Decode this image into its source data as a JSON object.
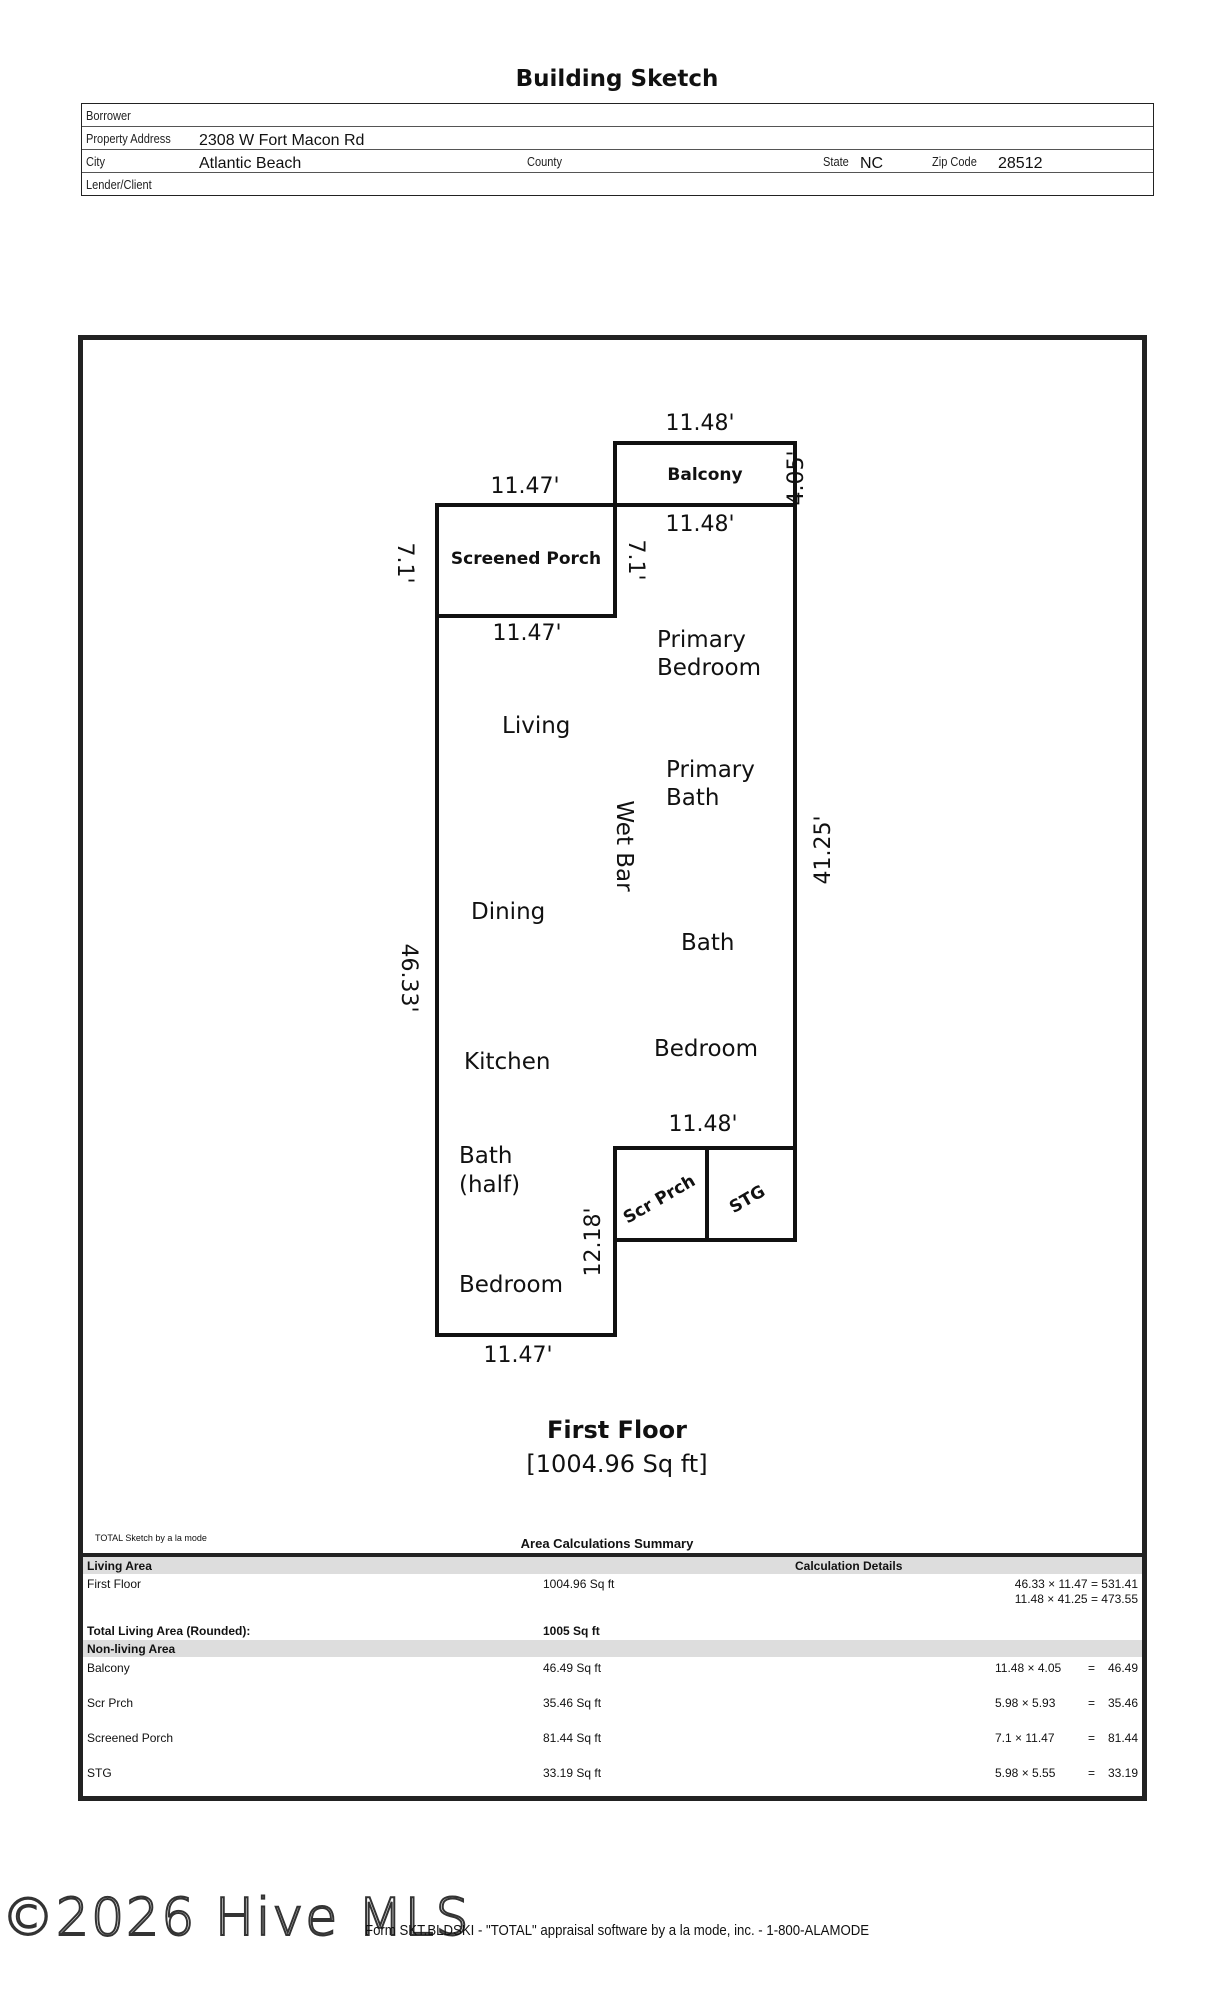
{
  "title": "Building Sketch",
  "header": {
    "borrower_label": "Borrower",
    "property_address_label": "Property Address",
    "property_address": "2308 W Fort Macon Rd",
    "city_label": "City",
    "city": "Atlantic Beach",
    "county_label": "County",
    "state_label": "State",
    "state": "NC",
    "zip_label": "Zip Code",
    "zip": "28512",
    "lender_label": "Lender/Client"
  },
  "sketch": {
    "dims": {
      "balcony_top": "11.48'",
      "balcony_side": "4.05'",
      "porch_top": "11.47'",
      "balcony_bottom": "11.48'",
      "porch_left": "7.1'",
      "porch_right": "7.1'",
      "porch_bottom": "11.47'",
      "right_side": "41.25'",
      "left_side": "46.33'",
      "stg_top": "11.48'",
      "notch_side": "12.18'",
      "bottom": "11.47'"
    },
    "rooms": {
      "balcony": "Balcony",
      "screened_porch": "Screened Porch",
      "primary_bedroom_1": "Primary",
      "primary_bedroom_2": "Bedroom",
      "living": "Living",
      "primary_bath_1": "Primary",
      "primary_bath_2": "Bath",
      "wet_bar": "Wet Bar",
      "dining": "Dining",
      "bath": "Bath",
      "kitchen": "Kitchen",
      "bedroom_right": "Bedroom",
      "half_bath_1": "Bath",
      "half_bath_2": "(half)",
      "scr_prch": "Scr Prch",
      "stg": "STG",
      "bedroom_bottom": "Bedroom"
    },
    "floor_name": "First Floor",
    "floor_area": "[1004.96 Sq ft]"
  },
  "summary": {
    "software_note": "TOTAL Sketch by a la mode",
    "title": "Area Calculations Summary",
    "living_header": "Living Area",
    "calc_header": "Calculation Details",
    "first_floor_label": "First Floor",
    "first_floor_area": "1004.96 Sq ft",
    "first_floor_calc_1": "46.33 × 11.47  =  531.41",
    "first_floor_calc_2": "11.48 × 41.25  =  473.55",
    "total_label": "Total Living Area (Rounded):",
    "total_value": "1005 Sq ft",
    "nonliving_header": "Non-living Area",
    "rows": [
      {
        "name": "Balcony",
        "area": "46.49 Sq ft",
        "calc": "11.48 × 4.05",
        "eq": "=",
        "result": "46.49"
      },
      {
        "name": "Scr Prch",
        "area": "35.46 Sq ft",
        "calc": "5.98 × 5.93",
        "eq": "=",
        "result": "35.46"
      },
      {
        "name": "Screened Porch",
        "area": "81.44 Sq ft",
        "calc": "7.1 × 11.47",
        "eq": "=",
        "result": "81.44"
      },
      {
        "name": "STG",
        "area": "33.19 Sq ft",
        "calc": "5.98 × 5.55",
        "eq": "=",
        "result": "33.19"
      }
    ]
  },
  "watermark": "©2026 Hive MLS",
  "footer": "Form SKT.BLDSKI - \"TOTAL\" appraisal software by a la mode, inc. - 1-800-ALAMODE"
}
